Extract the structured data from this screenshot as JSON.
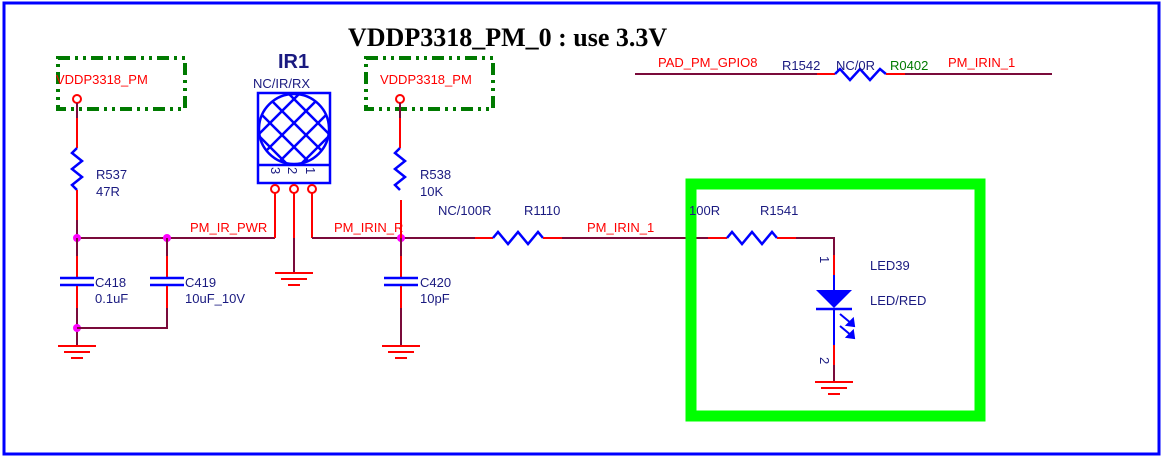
{
  "title": "VDDP3318_PM_0 : use 3.3V",
  "colors": {
    "frame": "#0000ff",
    "highlight_box": "#00ff00",
    "wire": "#7a0a3a",
    "net_label": "#ff0000",
    "component": "#0000ff",
    "junction": "#ff00ff",
    "power_box": "#007a00"
  },
  "power_ports": [
    {
      "label": "VDDP3318_PM"
    },
    {
      "label": "VDDP3318_PM"
    }
  ],
  "ir_receiver": {
    "ref": "IR1",
    "value": "NC/IR/RX",
    "pins": [
      "3",
      "2",
      "1"
    ]
  },
  "components": {
    "r537": {
      "ref": "R537",
      "value": "47R"
    },
    "r538": {
      "ref": "R538",
      "value": "10K"
    },
    "c418": {
      "ref": "C418",
      "value": "0.1uF"
    },
    "c419": {
      "ref": "C419",
      "value": "10uF_10V"
    },
    "c420": {
      "ref": "C420",
      "value": "10pF"
    },
    "r1110": {
      "ref": "R1110",
      "value": "NC/100R"
    },
    "r1541": {
      "ref": "R1541",
      "value": "100R"
    },
    "r1542": {
      "ref": "R1542",
      "value": "NC/0R",
      "package": "R0402"
    },
    "led39": {
      "ref": "LED39",
      "value": "LED/RED",
      "pins": [
        "1",
        "2"
      ]
    }
  },
  "nets": {
    "pm_ir_pwr": "PM_IR_PWR",
    "pm_irin_r": "PM_IRIN_R",
    "pm_irin_1_mid": "PM_IRIN_1",
    "pad_pm_gpio8": "PAD_PM_GPIO8",
    "pm_irin_1_top": "PM_IRIN_1"
  }
}
